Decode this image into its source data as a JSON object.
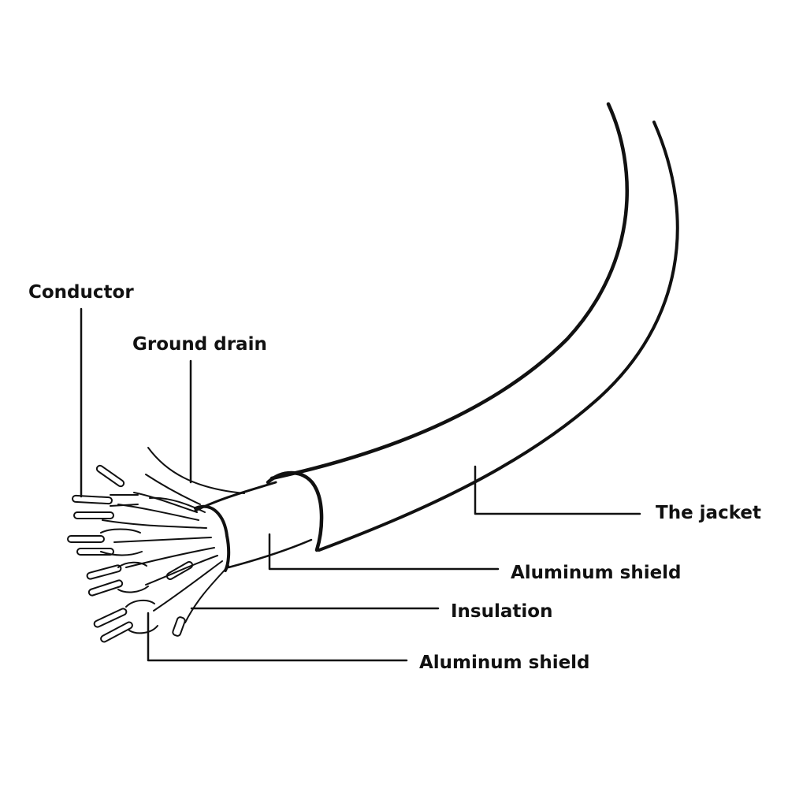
{
  "labels": {
    "conductor": "Conductor",
    "ground_drain": "Ground drain",
    "jacket": "The jacket",
    "aluminum_shield_outer": "Aluminum shield",
    "insulation": "Insulation",
    "aluminum_shield_inner": "Aluminum shield"
  },
  "colors": {
    "line": "#111111",
    "background": "#ffffff"
  }
}
